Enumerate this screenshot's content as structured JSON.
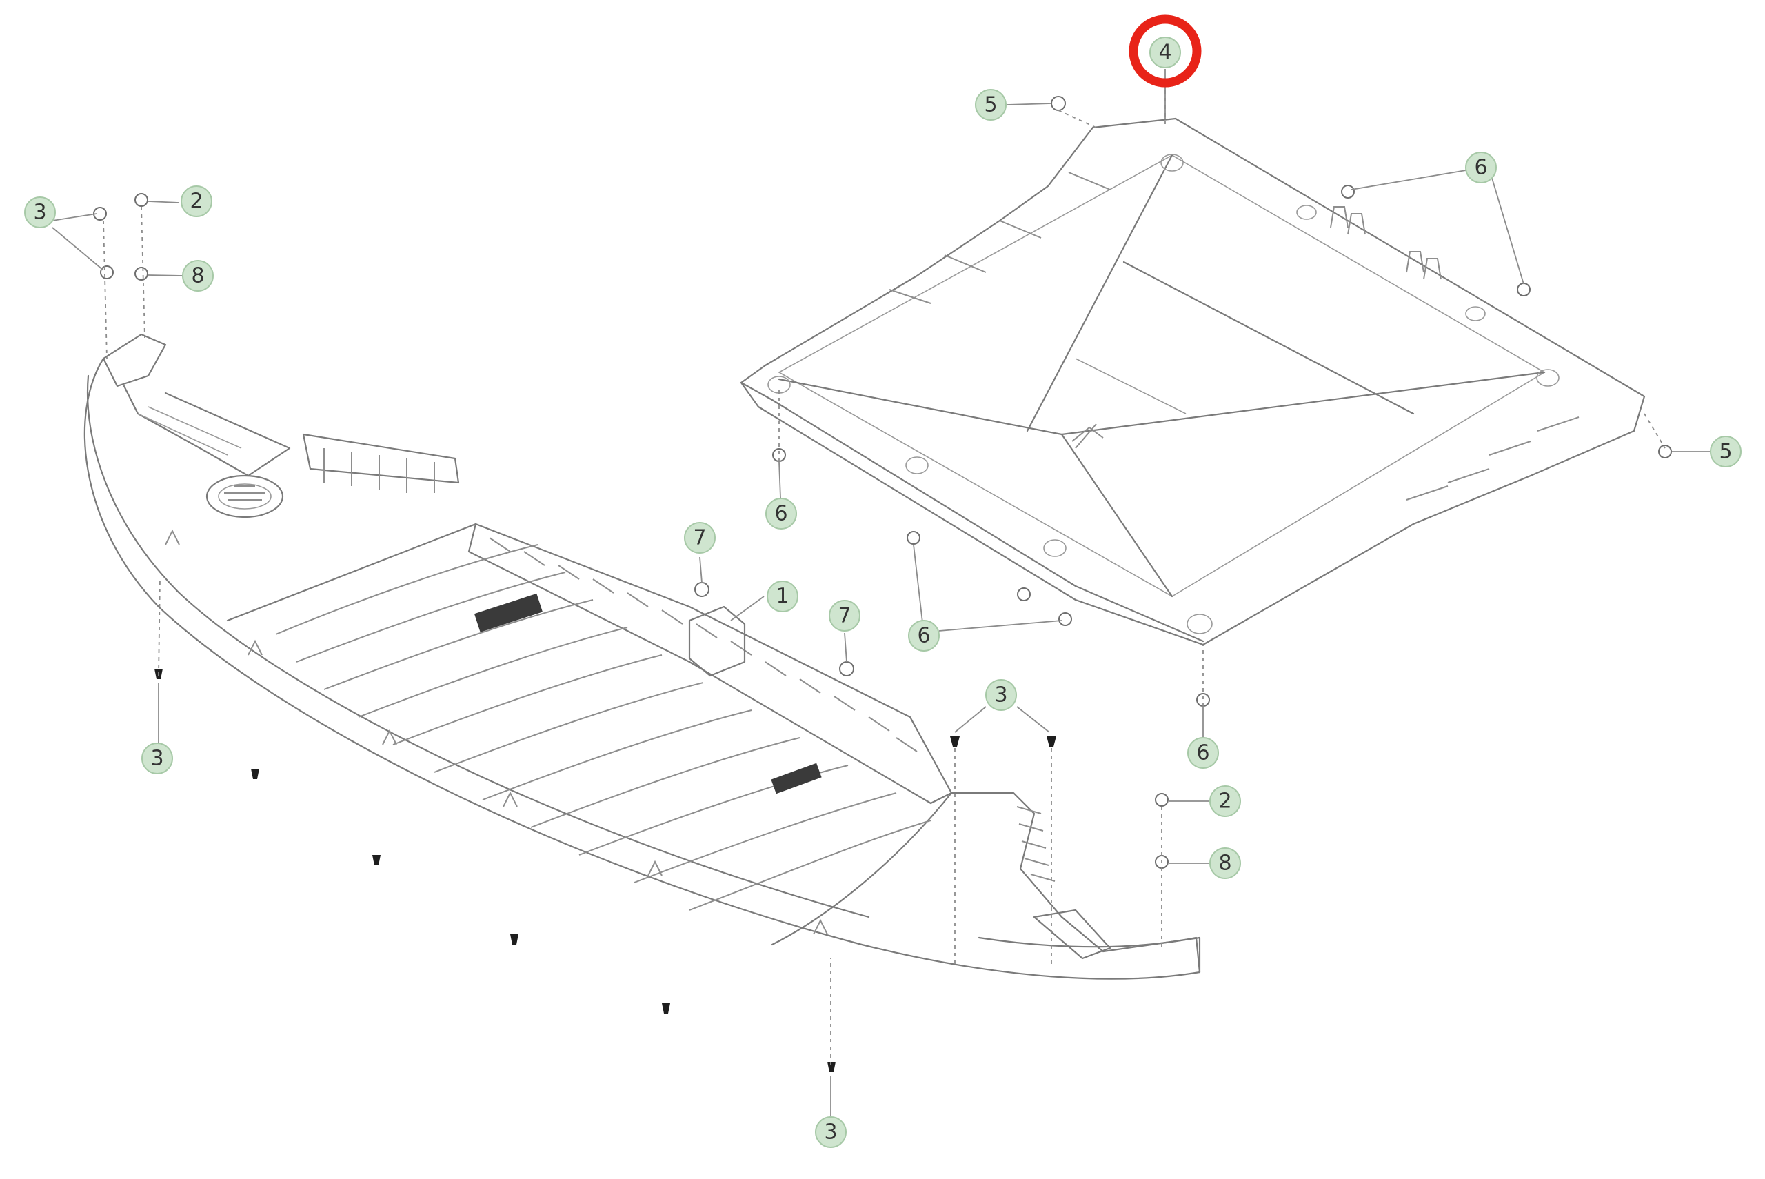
{
  "diagram": {
    "callouts": [
      {
        "id": "c1",
        "label": "1"
      },
      {
        "id": "c2a",
        "label": "2"
      },
      {
        "id": "c2b",
        "label": "2"
      },
      {
        "id": "c3a",
        "label": "3"
      },
      {
        "id": "c3b",
        "label": "3"
      },
      {
        "id": "c3c",
        "label": "3"
      },
      {
        "id": "c3d",
        "label": "3"
      },
      {
        "id": "c4",
        "label": "4",
        "highlighted": true
      },
      {
        "id": "c5a",
        "label": "5"
      },
      {
        "id": "c5b",
        "label": "5"
      },
      {
        "id": "c6a",
        "label": "6"
      },
      {
        "id": "c6b",
        "label": "6"
      },
      {
        "id": "c6c",
        "label": "6"
      },
      {
        "id": "c6d",
        "label": "6"
      },
      {
        "id": "c7a",
        "label": "7"
      },
      {
        "id": "c7b",
        "label": "7"
      },
      {
        "id": "c8a",
        "label": "8"
      },
      {
        "id": "c8b",
        "label": "8"
      }
    ],
    "colors": {
      "callout_fill": "#cfe5cf",
      "highlight_ring": "#e82318",
      "line_art": "#7a7a7a"
    }
  }
}
